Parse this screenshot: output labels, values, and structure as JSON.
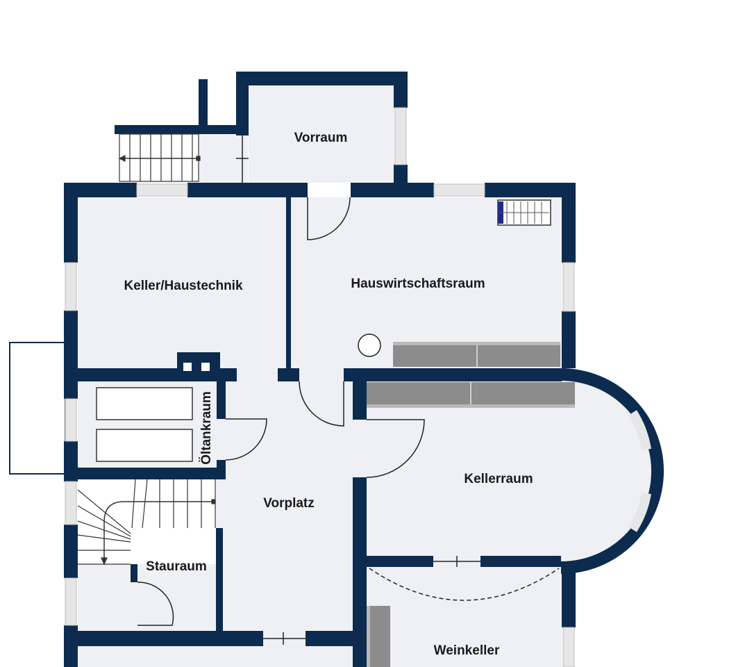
{
  "colors": {
    "wall": "#0c2b4f",
    "floor": "#eef0f4",
    "window": "#e6e6e6",
    "counter": "#8c8c8c",
    "label": "#1a1a1a"
  },
  "rooms": {
    "vorraum": "Vorraum",
    "keller_haustechnik": "Keller/Haustechnik",
    "hauswirtschaftsraum": "Hauswirtschaftsraum",
    "oeltankraum": "Öltankraum",
    "vorplatz": "Vorplatz",
    "kellerraum": "Kellerraum",
    "stauraum": "Stauraum",
    "weinkeller": "Weinkeller"
  },
  "icons": {
    "stairs": "stairs-icon",
    "door": "door-icon",
    "window": "window-icon",
    "tank": "oil-tank-icon",
    "boiler": "boiler-icon",
    "counter": "counter-icon",
    "radiator": "radiator-icon"
  }
}
